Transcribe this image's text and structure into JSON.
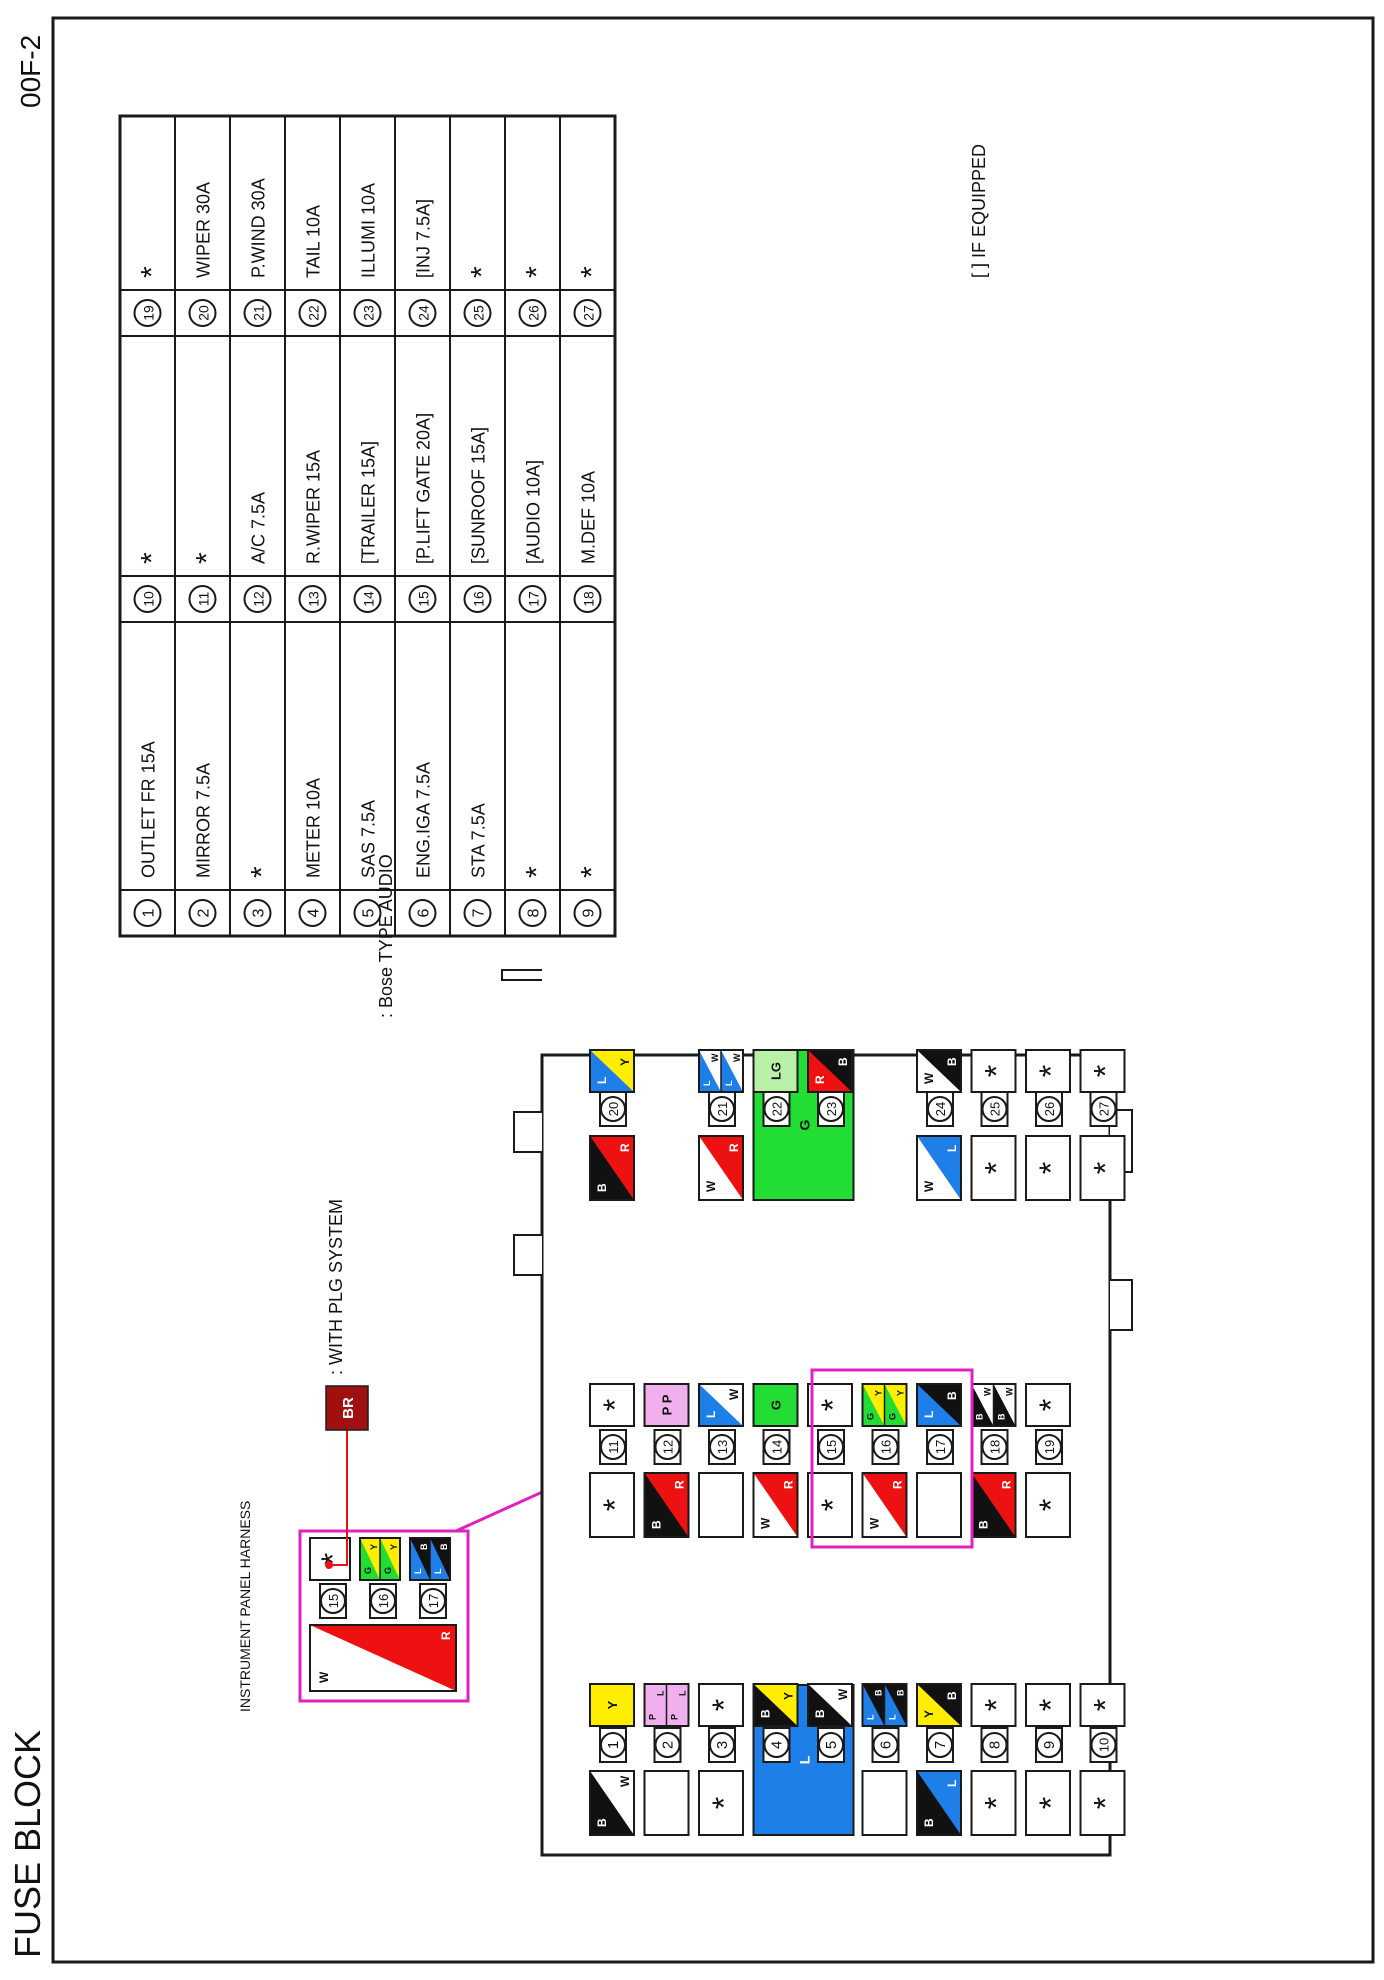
{
  "page": {
    "title": "FUSE BLOCK",
    "code": "00F-2"
  },
  "legend": {
    "bose": ": Bose TYPE AUDIO",
    "harness": "INSTRUMENT PANEL HARNESS",
    "plg_connector_code": "BR",
    "plg": ": WITH PLG SYSTEM",
    "equipped_note": "[ ] IF EQUIPPED"
  },
  "colors": {
    "outline": "#1a1a1a",
    "highlight": "#e020c0",
    "B": "#111111",
    "W": "#ffffff",
    "R": "#ee1111",
    "Y": "#ffee00",
    "G": "#22dd33",
    "L": "#1f7fe8",
    "P": "#f0b0ee",
    "LG": "#b8f0a8",
    "BR": "#a01010"
  },
  "fuse_table": [
    [
      {
        "no": "1",
        "label": "OUTLET FR 15A"
      },
      {
        "no": "10",
        "label": "*"
      },
      {
        "no": "19",
        "label": "*"
      }
    ],
    [
      {
        "no": "2",
        "label": "MIRROR 7.5A"
      },
      {
        "no": "11",
        "label": "*"
      },
      {
        "no": "20",
        "label": "WIPER 30A"
      }
    ],
    [
      {
        "no": "3",
        "label": "*"
      },
      {
        "no": "12",
        "label": "A/C 7.5A"
      },
      {
        "no": "21",
        "label": "P.WIND 30A"
      }
    ],
    [
      {
        "no": "4",
        "label": "METER 10A"
      },
      {
        "no": "13",
        "label": "R.WIPER 15A"
      },
      {
        "no": "22",
        "label": "TAIL 10A"
      }
    ],
    [
      {
        "no": "5",
        "label": "SAS 7.5A"
      },
      {
        "no": "14",
        "label": "[TRAILER 15A]"
      },
      {
        "no": "23",
        "label": "ILLUMI 10A"
      }
    ],
    [
      {
        "no": "6",
        "label": "ENG.IGA 7.5A"
      },
      {
        "no": "15",
        "label": "[P.LIFT GATE 20A]"
      },
      {
        "no": "24",
        "label": "[INJ 7.5A]"
      }
    ],
    [
      {
        "no": "7",
        "label": "STA 7.5A"
      },
      {
        "no": "16",
        "label": "[SUNROOF 15A]"
      },
      {
        "no": "25",
        "label": "*"
      }
    ],
    [
      {
        "no": "8",
        "label": "*"
      },
      {
        "no": "17",
        "label": "[AUDIO 10A]"
      },
      {
        "no": "26",
        "label": "*"
      }
    ],
    [
      {
        "no": "9",
        "label": "*"
      },
      {
        "no": "18",
        "label": "M.DEF 10A"
      },
      {
        "no": "27",
        "label": "*"
      }
    ]
  ],
  "fuse_rows": [
    {
      "groups": [
        {
          "no": "1",
          "a": {
            "type": "diag",
            "tl": "B",
            "br": "W",
            "labels": [
              "B",
              "W"
            ]
          },
          "b": {
            "type": "solid",
            "color": "Y",
            "labels": [
              "Y"
            ]
          }
        },
        {
          "no": "11",
          "a": {
            "type": "star"
          },
          "b": {
            "type": "star"
          }
        },
        {
          "no": "20",
          "a": {
            "type": "diag",
            "tl": "B",
            "br": "R",
            "labels": [
              "B",
              "R"
            ]
          },
          "b": {
            "type": "diag",
            "tl": "L",
            "br": "Y",
            "labels": [
              "L",
              "Y"
            ]
          }
        }
      ]
    },
    {
      "groups": [
        {
          "no": "2",
          "a": {
            "type": "blank"
          },
          "b": {
            "type": "split",
            "tl": "P",
            "br": "P",
            "labels": [
              "P",
              "L",
              "P",
              "L"
            ]
          }
        },
        {
          "no": "12",
          "a": {
            "type": "diag",
            "tl": "B",
            "br": "R",
            "labels": [
              "B",
              "R"
            ]
          },
          "b": {
            "type": "solid",
            "color": "P",
            "labels": [
              "P",
              "P"
            ]
          }
        }
      ]
    },
    {
      "groups": [
        {
          "no": "3",
          "a": {
            "type": "star"
          },
          "b": {
            "type": "star"
          }
        },
        {
          "no": "13",
          "a": {
            "type": "blank"
          },
          "b": {
            "type": "diag",
            "tl": "L",
            "br": "W",
            "labels": [
              "L",
              "W"
            ]
          }
        },
        {
          "no": "21",
          "a": {
            "type": "diag",
            "tl": "W",
            "br": "R",
            "labels": [
              "W",
              "R"
            ]
          },
          "b": {
            "type": "split",
            "tl": "L",
            "br": "W",
            "labels": [
              "L",
              "W",
              "L",
              "W"
            ]
          }
        }
      ]
    },
    {
      "groups": [
        {
          "no": "4",
          "a": {
            "type": "wide_top",
            "color": "L",
            "labels": [
              "L"
            ]
          },
          "b": {
            "type": "diag",
            "tl": "B",
            "br": "Y",
            "labels": [
              "B",
              "Y"
            ]
          }
        },
        {
          "no": "14",
          "a": {
            "type": "diag",
            "tl": "W",
            "br": "R",
            "labels": [
              "W",
              "R"
            ]
          },
          "b": {
            "type": "solid",
            "color": "G",
            "labels": [
              "G"
            ]
          }
        },
        {
          "no": "22",
          "a": {
            "type": "wide_top",
            "color": "G",
            "labels": [
              "G"
            ]
          },
          "b": {
            "type": "solid",
            "color": "LG",
            "labels": [
              "LG"
            ]
          }
        }
      ]
    },
    {
      "groups": [
        {
          "no": "5",
          "a": {
            "type": "wide_bottom"
          },
          "b": {
            "type": "diag",
            "tl": "B",
            "br": "W",
            "labels": [
              "B",
              "W"
            ]
          }
        },
        {
          "no": "15",
          "a": {
            "type": "star"
          },
          "b": {
            "type": "star"
          }
        },
        {
          "no": "23",
          "a": {
            "type": "wide_bottom"
          },
          "b": {
            "type": "diag",
            "tl": "R",
            "br": "B",
            "labels": [
              "R",
              "B"
            ]
          }
        }
      ]
    },
    {
      "groups": [
        {
          "no": "6",
          "a": {
            "type": "blank"
          },
          "b": {
            "type": "split",
            "tl": "L",
            "br": "B",
            "labels": [
              "L",
              "B",
              "L",
              "B"
            ]
          }
        },
        {
          "no": "16",
          "a": {
            "type": "diag",
            "tl": "W",
            "br": "R",
            "labels": [
              "W",
              "R"
            ]
          },
          "b": {
            "type": "split",
            "tl": "G",
            "br": "Y",
            "labels": [
              "G",
              "Y",
              "G",
              "Y"
            ]
          }
        }
      ]
    },
    {
      "groups": [
        {
          "no": "7",
          "a": {
            "type": "diag",
            "tl": "B",
            "br": "L",
            "labels": [
              "B",
              "L"
            ]
          },
          "b": {
            "type": "diag",
            "tl": "Y",
            "br": "B",
            "labels": [
              "Y",
              "B"
            ]
          }
        },
        {
          "no": "17",
          "a": {
            "type": "blank"
          },
          "b": {
            "type": "diag",
            "tl": "L",
            "br": "B",
            "labels": [
              "L",
              "B"
            ]
          }
        },
        {
          "no": "24",
          "a": {
            "type": "diag",
            "tl": "W",
            "br": "L",
            "labels": [
              "W",
              "L"
            ]
          },
          "b": {
            "type": "diag",
            "tl": "W",
            "br": "B",
            "labels": [
              "W",
              "B"
            ]
          }
        }
      ]
    },
    {
      "groups": [
        {
          "no": "8",
          "a": {
            "type": "star"
          },
          "b": {
            "type": "star"
          }
        },
        {
          "no": "18",
          "a": {
            "type": "diag",
            "tl": "B",
            "br": "R",
            "labels": [
              "B",
              "R"
            ]
          },
          "b": {
            "type": "split",
            "tl": "B",
            "br": "W",
            "labels": [
              "B",
              "W",
              "B",
              "W"
            ]
          }
        },
        {
          "no": "25",
          "a": {
            "type": "star"
          },
          "b": {
            "type": "star"
          }
        }
      ]
    },
    {
      "groups": [
        {
          "no": "9",
          "a": {
            "type": "star"
          },
          "b": {
            "type": "star"
          }
        },
        {
          "no": "19",
          "a": {
            "type": "star"
          },
          "b": {
            "type": "star"
          }
        },
        {
          "no": "26",
          "a": {
            "type": "star"
          },
          "b": {
            "type": "star"
          }
        }
      ]
    },
    {
      "groups": [
        {
          "no": "10",
          "a": {
            "type": "star"
          },
          "b": {
            "type": "star"
          }
        },
        {
          "no": "27",
          "a": {
            "type": "star"
          },
          "b": {
            "type": "star"
          }
        }
      ]
    }
  ],
  "inset_rows": [
    {
      "no": "15",
      "a": {
        "type": "diag",
        "tl": "W",
        "br": "R",
        "labels": [
          "W",
          "R"
        ]
      },
      "b": {
        "type": "star"
      }
    },
    {
      "no": "16",
      "a": {
        "type": "wide_bottom"
      },
      "b": {
        "type": "split",
        "tl": "G",
        "br": "Y",
        "labels": [
          "G",
          "Y",
          "G",
          "Y"
        ]
      }
    },
    {
      "no": "17",
      "a": {
        "type": "wide_bottom"
      },
      "b": {
        "type": "split",
        "tl": "L",
        "br": "B",
        "labels": [
          "L",
          "B",
          "L",
          "B"
        ]
      }
    }
  ]
}
